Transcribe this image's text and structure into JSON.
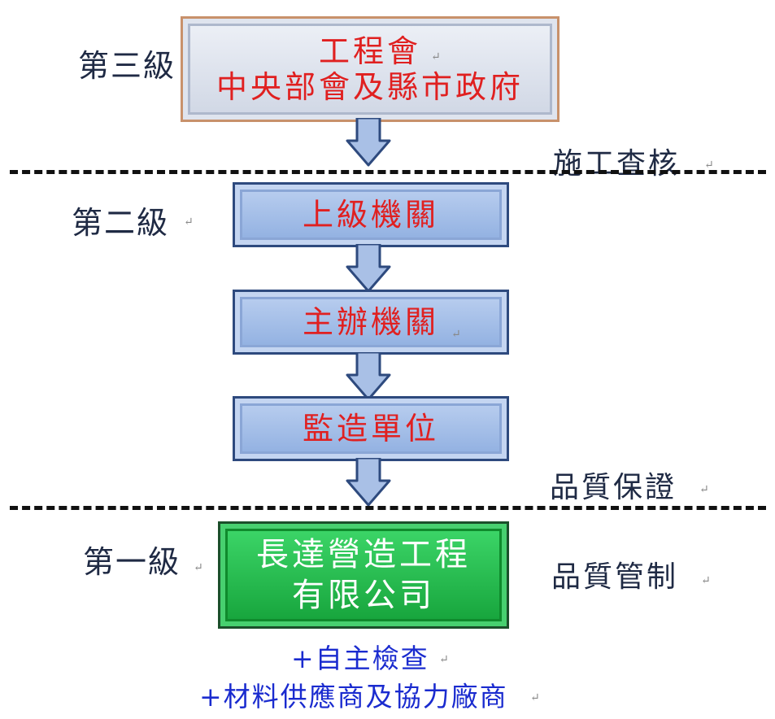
{
  "levels": {
    "level3": "第三級",
    "level2": "第二級",
    "level1": "第一級"
  },
  "boxes": {
    "top_line1": "工程會",
    "top_line2": "中央部會及縣市政府",
    "upper_agency": "上級機關",
    "host_agency": "主辦機關",
    "supervision_unit": "監造單位",
    "contractor_line1": "長達營造工程",
    "contractor_line2": "有限公司"
  },
  "side_labels": {
    "inspection": "施工查核",
    "quality_assurance": "品質保證",
    "quality_control": "品質管制"
  },
  "notes": {
    "self_check": "+自主檢查",
    "suppliers": "+材料供應商及協力廠商"
  },
  "para_mark": "↵",
  "colors": {
    "red_text": "#e02020",
    "blue_note": "#1a2bcf",
    "blue_box": "#8eaee0",
    "green_box": "#15a23a",
    "arrow_fill": "#a9c0e6",
    "arrow_stroke": "#2e4a7e"
  }
}
